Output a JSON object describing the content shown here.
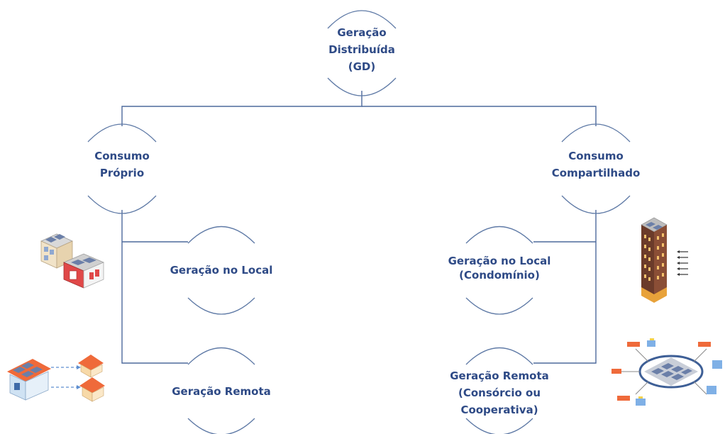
{
  "root": {
    "lines": [
      "Geração",
      "Distribuída",
      "(GD)"
    ]
  },
  "branches": {
    "own": {
      "lines": [
        "Consumo",
        "Próprio"
      ],
      "children": [
        {
          "lines": [
            "Geração no Local"
          ]
        },
        {
          "lines": [
            "Geração Remota"
          ]
        }
      ]
    },
    "shared": {
      "lines": [
        "Consumo",
        "Compartilhado"
      ],
      "children": [
        {
          "lines": [
            "Geração no Local",
            "(Condomínio)"
          ]
        },
        {
          "lines": [
            "Geração Remota",
            "(Consórcio ou",
            "Cooperativa)"
          ]
        }
      ]
    }
  },
  "colors": {
    "text": "#2e4a86",
    "line": "#4d6a9c",
    "roof": "#ef6a3a",
    "panel": "#6b7fa8"
  }
}
